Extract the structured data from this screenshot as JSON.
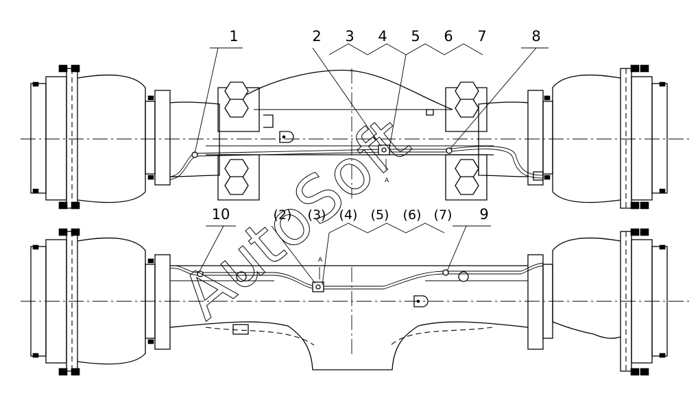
{
  "watermark": "AutoSoft",
  "top_view": {
    "callouts": [
      "1",
      "2",
      "3",
      "4",
      "5",
      "6",
      "7",
      "8"
    ],
    "section_marker": "A"
  },
  "bottom_view": {
    "callouts": [
      "10",
      "(2)",
      "(3)",
      "(4)",
      "(5)",
      "(6)",
      "(7)",
      "9"
    ],
    "section_marker": "A"
  }
}
